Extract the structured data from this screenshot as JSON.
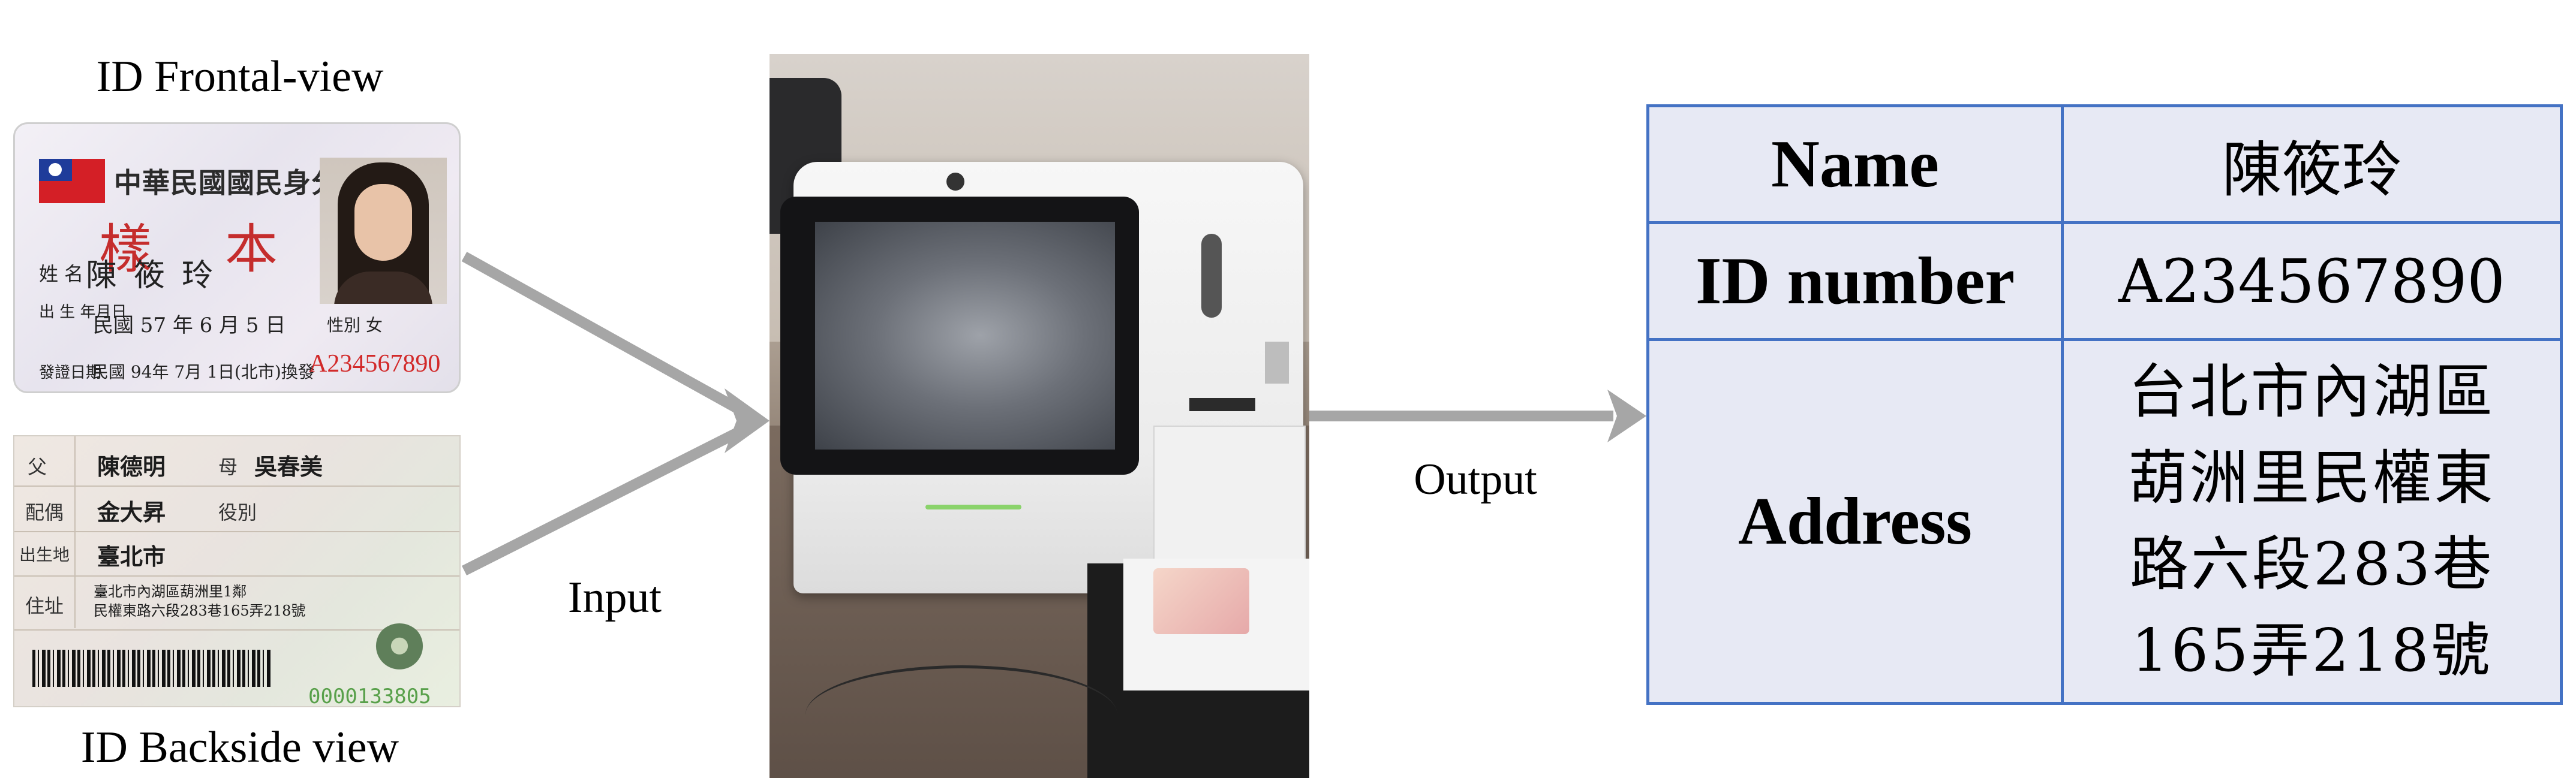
{
  "captions": {
    "front": "ID Frontal-view",
    "back": "ID Backside view",
    "input": "Input",
    "output": "Output"
  },
  "id_front": {
    "title": "中華民國國民身分證",
    "sample_1": "樣",
    "sample_2": "本",
    "name_label": "姓 名",
    "name": "陳筱玲",
    "dob_label": "出 生 年月日",
    "dob": "民國 57 年 6 月 5 日",
    "sex_label": "性別 女",
    "issue_label": "發證日期",
    "issue": "民國 94年 7月 1日(北市)換發",
    "id_number": "A234567890"
  },
  "id_back": {
    "father_label": "父",
    "father": "陳德明",
    "mother_label": "母",
    "mother": "吳春美",
    "spouse_label": "配偶",
    "spouse": "金大昇",
    "service_label": "役別",
    "birthplace_label": "出生地",
    "birthplace": "臺北市",
    "address_label": "住址",
    "address_line1": "臺北市內湖區葫洲里1鄰",
    "address_line2": "民權東路六段283巷165弄218號",
    "serial": "0000133805"
  },
  "output": {
    "name_key": "Name",
    "name_value": "陳筱玲",
    "id_key": "ID number",
    "id_value": "A234567890",
    "address_key": "Address",
    "address_lines": [
      "台北市內湖區",
      "葫洲里民權東",
      "路六段283巷",
      "165弄218號"
    ]
  },
  "colors": {
    "arrow": "#a6a6a6",
    "table_border": "#4472c4",
    "table_fill": "#e7e9f4",
    "id_number_red": "#d22a2a"
  }
}
